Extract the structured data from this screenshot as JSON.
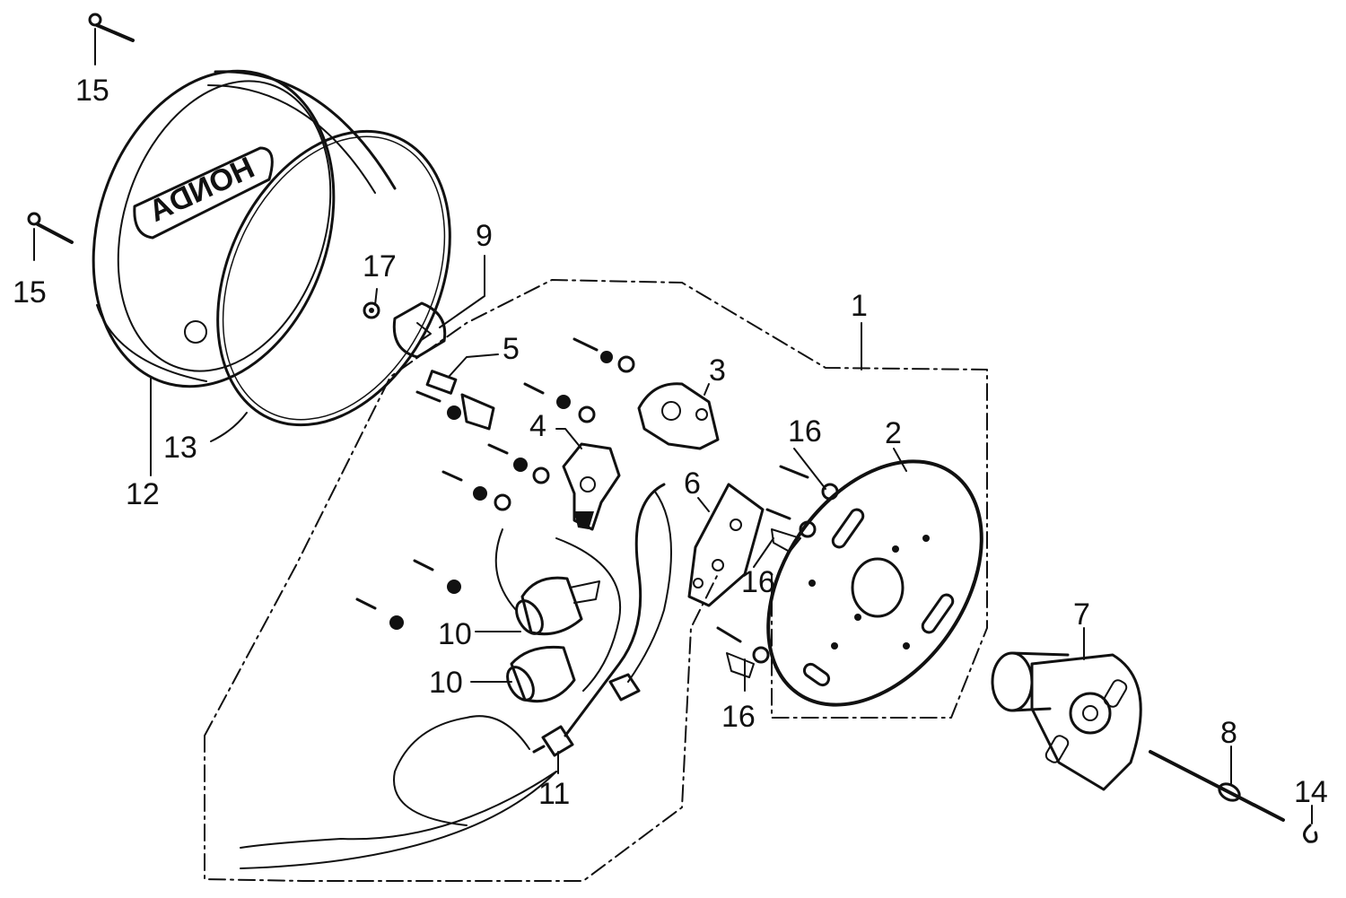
{
  "diagram": {
    "callouts": [
      {
        "id": "c15a",
        "text": "15"
      },
      {
        "id": "c15b",
        "text": "15"
      },
      {
        "id": "c17",
        "text": "17"
      },
      {
        "id": "c9",
        "text": "9"
      },
      {
        "id": "c5",
        "text": "5"
      },
      {
        "id": "c13",
        "text": "13"
      },
      {
        "id": "c12",
        "text": "12"
      },
      {
        "id": "c4",
        "text": "4"
      },
      {
        "id": "c3",
        "text": "3"
      },
      {
        "id": "c1",
        "text": "1"
      },
      {
        "id": "c16a",
        "text": "16"
      },
      {
        "id": "c2",
        "text": "2"
      },
      {
        "id": "c6",
        "text": "6"
      },
      {
        "id": "c16b",
        "text": "16"
      },
      {
        "id": "c10a",
        "text": "10"
      },
      {
        "id": "c10b",
        "text": "10"
      },
      {
        "id": "c16c",
        "text": "16"
      },
      {
        "id": "c11",
        "text": "11"
      },
      {
        "id": "c7",
        "text": "7"
      },
      {
        "id": "c8",
        "text": "8"
      },
      {
        "id": "c14",
        "text": "14"
      }
    ],
    "cover_emblem": "HONDA"
  }
}
